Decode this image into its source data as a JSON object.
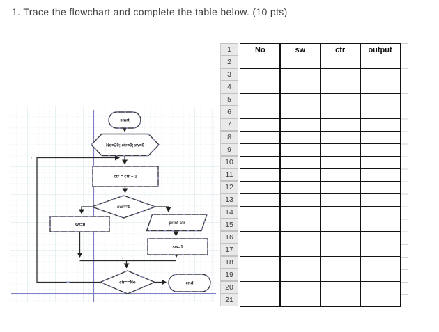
{
  "title": "1. Trace the flowchart and complete the table below. (10 pts)",
  "flowchart": {
    "nodes": {
      "start": "start",
      "init": "No=20; ctr=0;sw=0",
      "increment": "ctr = ctr + 1",
      "decision_sw": "sw==0",
      "set_sw0": "sw=0",
      "print": "print ctr",
      "set_sw1": "sw=1",
      "decision_ctr": "ctr==No",
      "end": "end"
    },
    "stray_marks": [
      "ʼ",
      "⌐"
    ],
    "colors": {
      "shape_border": "#3a3a42",
      "connector": "#2b2b2b",
      "connection_point": "#8d96d8",
      "guide_line": "#8080c4",
      "grid_line": "#bcd8da"
    }
  },
  "table": {
    "row_numbers": [
      "1",
      "2",
      "3",
      "4",
      "5",
      "6",
      "7",
      "8",
      "9",
      "10",
      "11",
      "12",
      "13",
      "14",
      "15",
      "16",
      "17",
      "18",
      "19",
      "20",
      "21"
    ],
    "columns": [
      "No",
      "sw",
      "ctr",
      "output"
    ],
    "empty_cell_count": 80
  }
}
